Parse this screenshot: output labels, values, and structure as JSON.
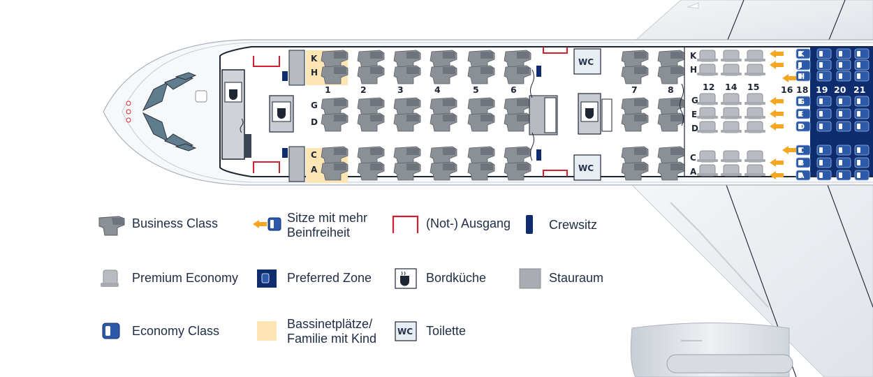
{
  "seat_map": {
    "left_letters_top": [
      "K",
      "H"
    ],
    "left_letters_mid": [
      "G",
      "D"
    ],
    "left_letters_bottom": [
      "C",
      "A"
    ],
    "right_letters_top": [
      "K",
      "H"
    ],
    "right_letters_mid": [
      "G",
      "E",
      "D"
    ],
    "right_letters_bottom": [
      "C",
      "A"
    ],
    "business_rows": [
      "1",
      "2",
      "3",
      "4",
      "5",
      "6",
      "7",
      "8"
    ],
    "premium_rows": [
      "12",
      "14",
      "15"
    ],
    "economy_rows": [
      "16",
      "18",
      "19",
      "20",
      "21"
    ],
    "economy_seat_letters": [
      "K",
      "J",
      "H",
      "G",
      "E",
      "D",
      "C",
      "B",
      "A"
    ],
    "wc_label": "WC"
  },
  "legend": {
    "business": "Business Class",
    "extra_legroom": "Sitze mit mehr\nBeinfreiheit",
    "exit": "(Not-) Ausgang",
    "crew_seat": "Crewsitz",
    "premium": "Premium Economy",
    "preferred_zone": "Preferred Zone",
    "galley": "Bordküche",
    "storage": "Stauraum",
    "economy": "Economy Class",
    "bassinet": "Bassinetplätze/\nFamilie mit Kind",
    "toilet": "Toilette",
    "wc_badge": "WC"
  },
  "colors": {
    "business_seat": "#8b8f96",
    "premium_seat": "#b8bcc2",
    "economy_seat": "#2c5aa8",
    "preferred_zone": "#0f2d6e",
    "exit": "#d0202f",
    "bassinet": "#fde6b4",
    "storage": "#a9adb3",
    "arrow": "#f5a623",
    "fuselage_line": "#1e2533"
  }
}
